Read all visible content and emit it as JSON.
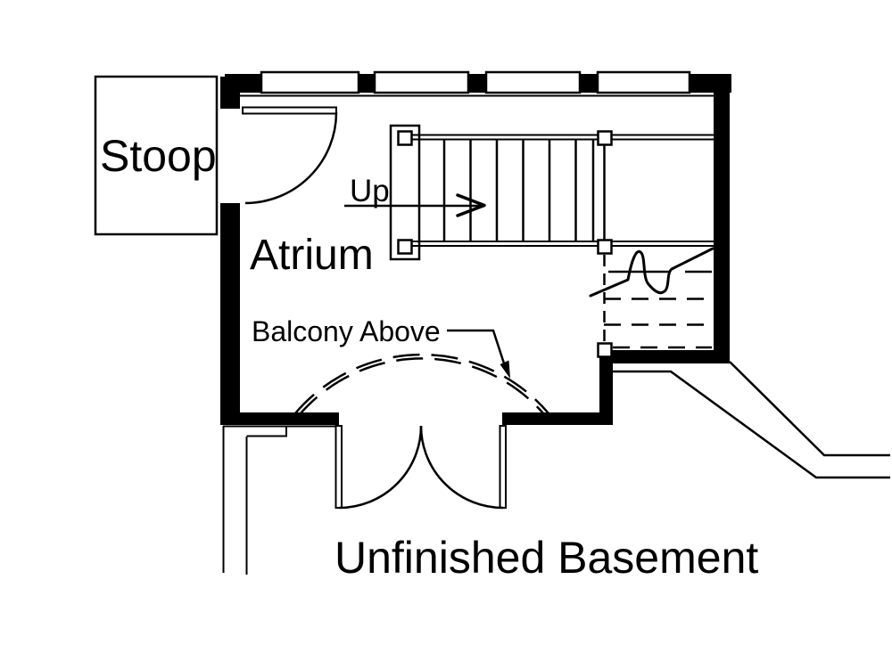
{
  "colors": {
    "background": "#ffffff",
    "line": "#000000"
  },
  "plan": {
    "labels": {
      "stoop": "Stoop",
      "atrium": "Atrium",
      "stair_direction": "Up",
      "balcony": "Balcony Above",
      "basement": "Unfinished Basement"
    },
    "features": {
      "window_count": 4,
      "stair_tread_lines": 8,
      "door_count": 3
    }
  }
}
